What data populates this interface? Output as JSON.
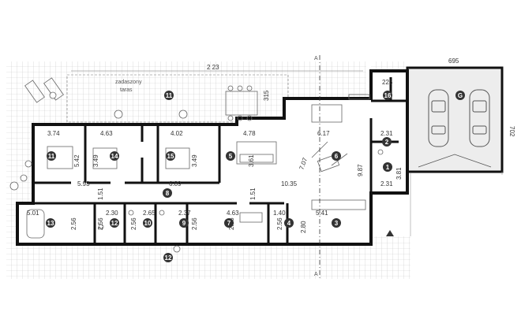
{
  "terrace": {
    "label_line1": "zadaszony",
    "label_line2": "taras"
  },
  "section_marker": {
    "letter": "A"
  },
  "overall_width": "2 23",
  "dimensions": {
    "terrace_depth": "315",
    "room_01_top": "225",
    "garage_width": "695",
    "garage_depth": "702",
    "room_11_w": "3.74",
    "room_11_h": "5.42",
    "room_14_w": "4.63",
    "room_14_h": "3.49",
    "room_15_w": "4.02",
    "room_15_h": "3.49",
    "room_05_w": "4.78",
    "room_05_h": "3.61",
    "room_06_w": "6.17",
    "room_06_diag": "7.07",
    "room_06_h": "9.87",
    "room_02_w": "2.31",
    "room_01_h": "3.81",
    "room_01_w": "2.31",
    "corridor_left": "5.93",
    "corridor_mid": "6.89",
    "corridor_right": "10.35",
    "corridor_h_a": "1.51",
    "corridor_h_b": "1.51",
    "room_13_w": "5.01",
    "room_13_h": "2.56",
    "room_12_w": "2.30",
    "room_12_h": "2.56",
    "room_10_w": "2.65",
    "room_10_h": "2.56",
    "room_09_w": "2.37",
    "room_09_h": "2.56",
    "room_07_w": "4.63",
    "room_07_h": "2.56",
    "room_04_w": "1.40",
    "room_04_h": "2.56",
    "room_04_h2": "2.80",
    "room_03_w": "5.41"
  },
  "room_numbers": {
    "r1": "1",
    "r2": "2",
    "r3": "3",
    "r4": "4",
    "r5": "5",
    "r6": "6",
    "r7": "7",
    "r8": "8",
    "r9": "9",
    "r10": "10",
    "r11": "11",
    "r12": "12",
    "r13": "13",
    "r14": "14",
    "r15": "15",
    "r16": "16",
    "terrace": "11",
    "outer": "12",
    "garage": "G"
  },
  "colors": {
    "wall": "#111111",
    "badge": "#333333",
    "grid": "#c9c9c9",
    "furniture": "#888888"
  }
}
